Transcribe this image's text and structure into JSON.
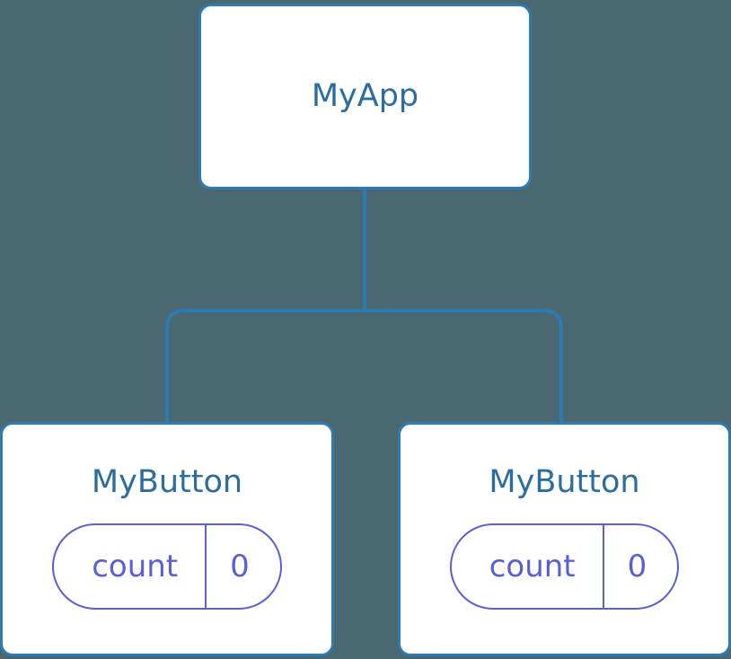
{
  "diagram": {
    "type": "component-tree",
    "background_color": "#4a6872",
    "node_fill": "#ffffff",
    "node_border_color": "#2e7bb0",
    "node_label_color": "#2b6d9e",
    "state_color": "#5b5fd6",
    "edge_color": "#2e7bb0",
    "root": {
      "label": "MyApp"
    },
    "children": [
      {
        "label": "MyButton",
        "state": {
          "key": "count",
          "value": "0"
        }
      },
      {
        "label": "MyButton",
        "state": {
          "key": "count",
          "value": "0"
        }
      }
    ]
  }
}
